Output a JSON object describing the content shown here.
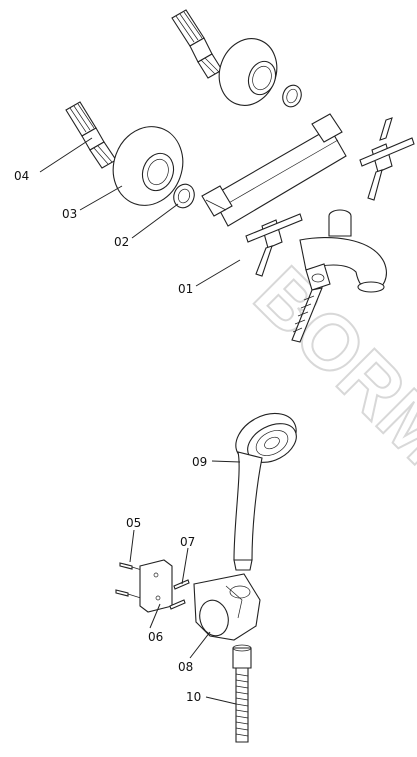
{
  "watermark": "BORMA",
  "callouts": [
    {
      "id": "01",
      "label": "01"
    },
    {
      "id": "02",
      "label": "02"
    },
    {
      "id": "03",
      "label": "03"
    },
    {
      "id": "04",
      "label": "04"
    },
    {
      "id": "05",
      "label": "05"
    },
    {
      "id": "06",
      "label": "06"
    },
    {
      "id": "07",
      "label": "07"
    },
    {
      "id": "08",
      "label": "08"
    },
    {
      "id": "09",
      "label": "09"
    },
    {
      "id": "10",
      "label": "10"
    }
  ]
}
